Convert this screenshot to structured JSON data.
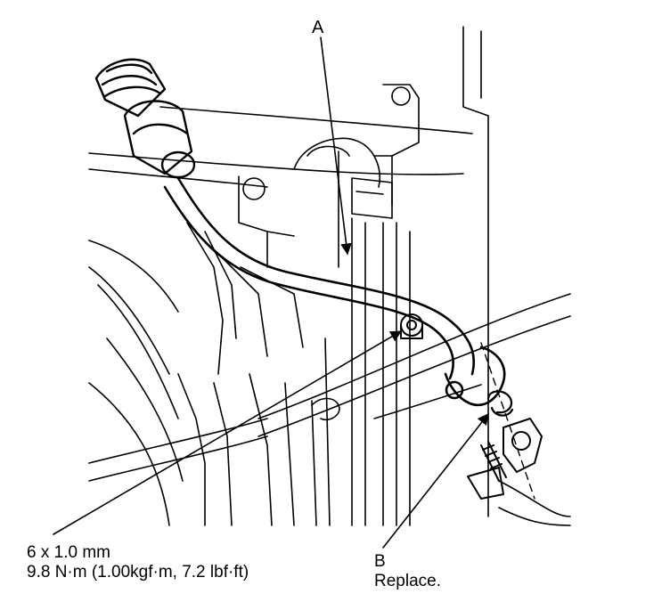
{
  "callouts": {
    "a": {
      "letter": "A"
    },
    "bolt": {
      "size": "6 x 1.0 mm",
      "torque": "9.8 N·m (1.00kgf·m, 7.2 lbf·ft)"
    },
    "b": {
      "letter": "B",
      "note": "Replace."
    }
  },
  "colors": {
    "line": "#000000",
    "background": "#ffffff"
  }
}
